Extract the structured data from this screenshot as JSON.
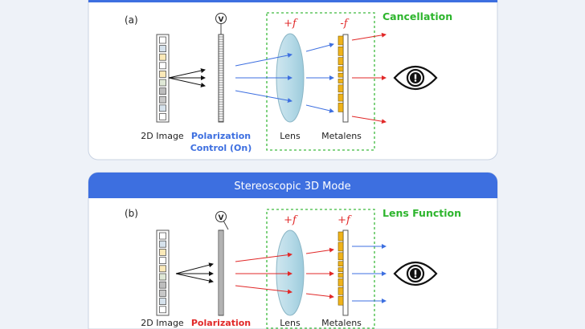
{
  "colors": {
    "header": "#3d6fe0",
    "accent_green": "#2db52d",
    "red": "#e12828",
    "blue": "#3d6fe0",
    "metalens": "#f0b31a"
  },
  "pixel_colors": [
    "#ffffff",
    "#d6e2ec",
    "#fbe9b8",
    "#ffffff",
    "#fbe9b8",
    "#dfe8d6",
    "#bdbdbd",
    "#c8c8c8",
    "#d6e2ec",
    "#ffffff"
  ],
  "panel_a": {
    "tag": "(a)",
    "voltage": "V",
    "lens_power": "+f",
    "metalens_power": "-f",
    "result": "Cancellation",
    "labels": {
      "image": "2D Image",
      "polarization_1": "Polarization",
      "polarization_2": "Control (On)",
      "lens": "Lens",
      "metalens": "Metalens"
    },
    "eye_icon": "eye-icon"
  },
  "panel_b": {
    "header": "Stereoscopic 3D Mode",
    "tag": "(b)",
    "voltage": "V",
    "lens_power": "+f",
    "metalens_power": "+f",
    "result": "Lens Function",
    "labels": {
      "image": "2D Image",
      "polarization_1": "Polarization",
      "lens": "Lens",
      "metalens": "Metalens"
    },
    "eye_icon": "eye-icon"
  }
}
